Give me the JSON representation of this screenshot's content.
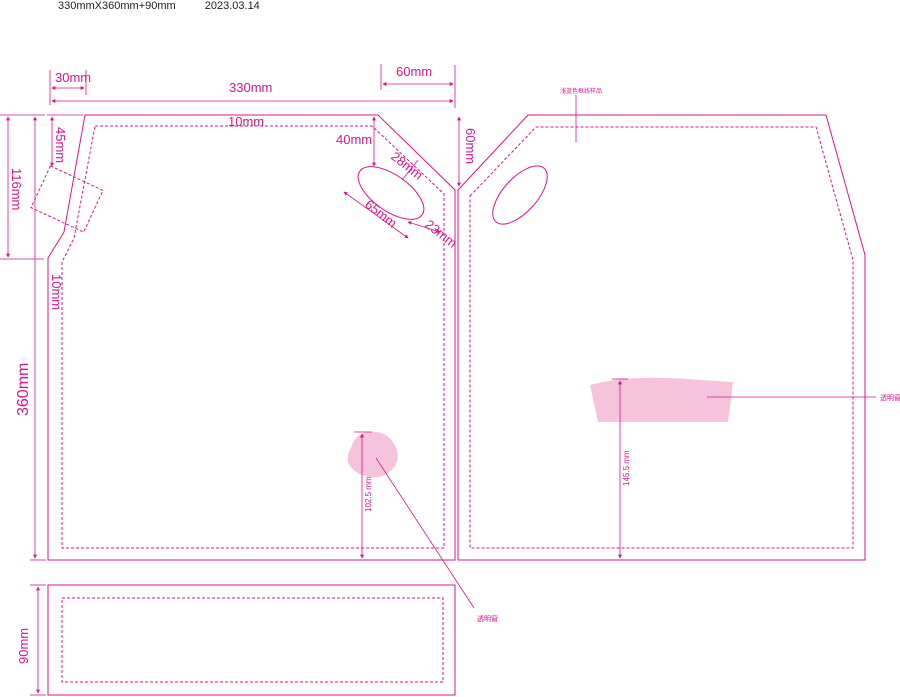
{
  "header": {
    "size_spec": "330mmX360mm+90mm",
    "date": "2023.03.14"
  },
  "dimensions": {
    "side_30": "30mm",
    "width_330": "330mm",
    "top_60": "60mm",
    "inner_10_top": "10mm",
    "height_45": "45mm",
    "height_116": "116mm",
    "inner_10_side": "10mm",
    "height_360": "360mm",
    "dim_40": "40mm",
    "dim_28": "28mm",
    "dim_65": "65mm",
    "dim_23": "23mm",
    "height_60_right": "60mm",
    "dim_102_5": "102.5 mm",
    "dim_145_5": "145.5 mm",
    "height_90": "90mm"
  },
  "annotations": {
    "clear_window_left": "透明窗",
    "clear_window_right": "透明窗",
    "sample_note": "浅蓝色框线样品"
  },
  "colors": {
    "line": "#d4178f",
    "fill": "#f6c3dc",
    "dash": "#d4178f"
  }
}
